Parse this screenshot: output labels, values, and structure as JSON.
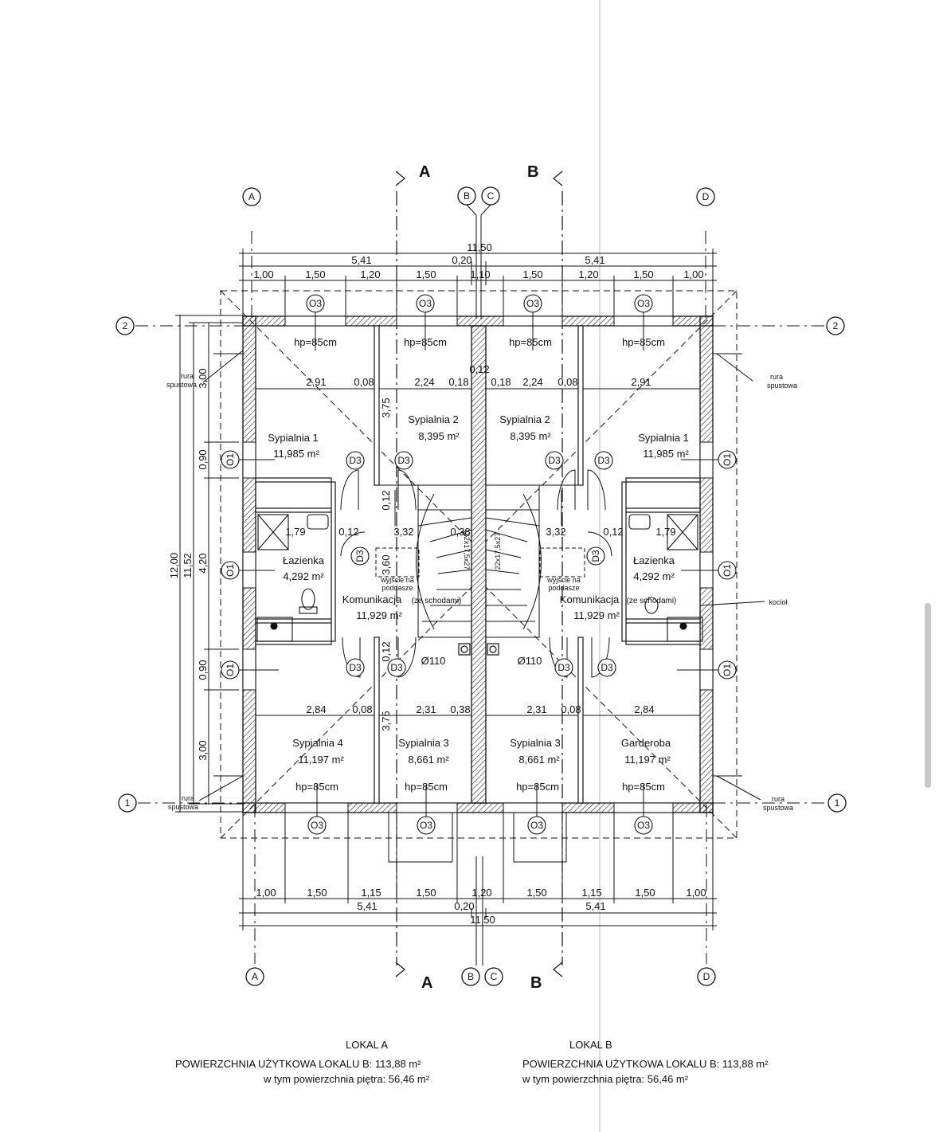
{
  "sections": {
    "top": {
      "left": "A",
      "right": "B"
    },
    "bottom": {
      "left": "A",
      "right": "B"
    }
  },
  "axes": {
    "a": "A",
    "b": "B",
    "c": "C",
    "d": "D",
    "row1": "1",
    "row2": "2"
  },
  "dims_top": {
    "overall": "11,50",
    "half_left": "5,41",
    "middle": "0,20",
    "half_right": "5,41",
    "segments": [
      "1,00",
      "1,50",
      "1,20",
      "1,50",
      "1,10",
      "1,50",
      "1,20",
      "1,50",
      "1,00"
    ]
  },
  "dims_bottom": {
    "overall": "11,50",
    "half_left": "5,41",
    "middle": "0,20",
    "half_right": "5,41",
    "segments": [
      "1,00",
      "1,50",
      "1,15",
      "1,50",
      "1,20",
      "1,50",
      "1,15",
      "1,50",
      "1,00"
    ]
  },
  "dims_left": {
    "total": "12,00",
    "inner": "11,52",
    "segments": [
      "3,00",
      "0,90",
      "4,20",
      "0,90",
      "3,00"
    ]
  },
  "window_tags": {
    "o1": "O1",
    "o3": "O3",
    "d3": "D3"
  },
  "headroom": "hp=85cm",
  "inner_dims": {
    "row_top": [
      "2,91",
      "0,08",
      "2,24",
      "0,18",
      "0,12",
      "0,18",
      "2,24",
      "0,08",
      "2,91"
    ],
    "row_mid": [
      "1,79",
      "0,12",
      "3,32",
      "0,38",
      "3,32",
      "0,12",
      "1,79"
    ],
    "row_bottom": [
      "2,84",
      "0,08",
      "2,31",
      "0,38",
      "2,31",
      "0,08",
      "2,84"
    ],
    "vertical": [
      "3,75",
      "0,12",
      "3,60",
      "0,12",
      "3,75"
    ]
  },
  "rooms": {
    "bed1_left": {
      "name": "Sypialnia 1",
      "area": "11,985 m²"
    },
    "bed2_left": {
      "name": "Sypialnia 2",
      "area": "8,395 m²"
    },
    "bed2_right": {
      "name": "Sypialnia 2",
      "area": "8,395 m²"
    },
    "bed1_right": {
      "name": "Sypialnia 1",
      "area": "11,985 m²"
    },
    "bath_left": {
      "name": "Łazienka",
      "area": "4,292 m²"
    },
    "bath_right": {
      "name": "Łazienka",
      "area": "4,292 m²"
    },
    "hall_left": {
      "name": "Komunikacja",
      "note": "(ze schodami)",
      "area": "11,929 m²"
    },
    "hall_right": {
      "name": "Komunikacja",
      "note": "(ze schodami)",
      "area": "11,929 m²"
    },
    "bed4_left": {
      "name": "Sypialnia 4",
      "area": "11,197 m²"
    },
    "bed3_left": {
      "name": "Sypialnia 3",
      "area": "8,661 m²"
    },
    "bed3_right": {
      "name": "Sypialnia 3",
      "area": "8,661 m²"
    },
    "wardrobe_right": {
      "name": "Garderoba",
      "area": "11,197 m²"
    }
  },
  "attic_exit": {
    "line1": "wyjście na",
    "line2": "poddasze"
  },
  "stairs": "22x17,5x27",
  "pipe": "Ø110",
  "labels": {
    "downpipe_1": "rura",
    "downpipe_2": "spustowa",
    "boiler": "kocioł"
  },
  "footer": {
    "a_title": "LOKAL A",
    "a_line1": "POWIERZCHNIA UŻYTKOWA LOKALU B: 113,88 m²",
    "a_line2": "w tym powierzchnia piętra: 56,46 m²",
    "b_title": "LOKAL B",
    "b_line1": "POWIERZCHNIA UŻYTKOWA LOKALU B: 113,88 m²",
    "b_line2": "w tym powierzchnia piętra: 56,46 m²"
  }
}
